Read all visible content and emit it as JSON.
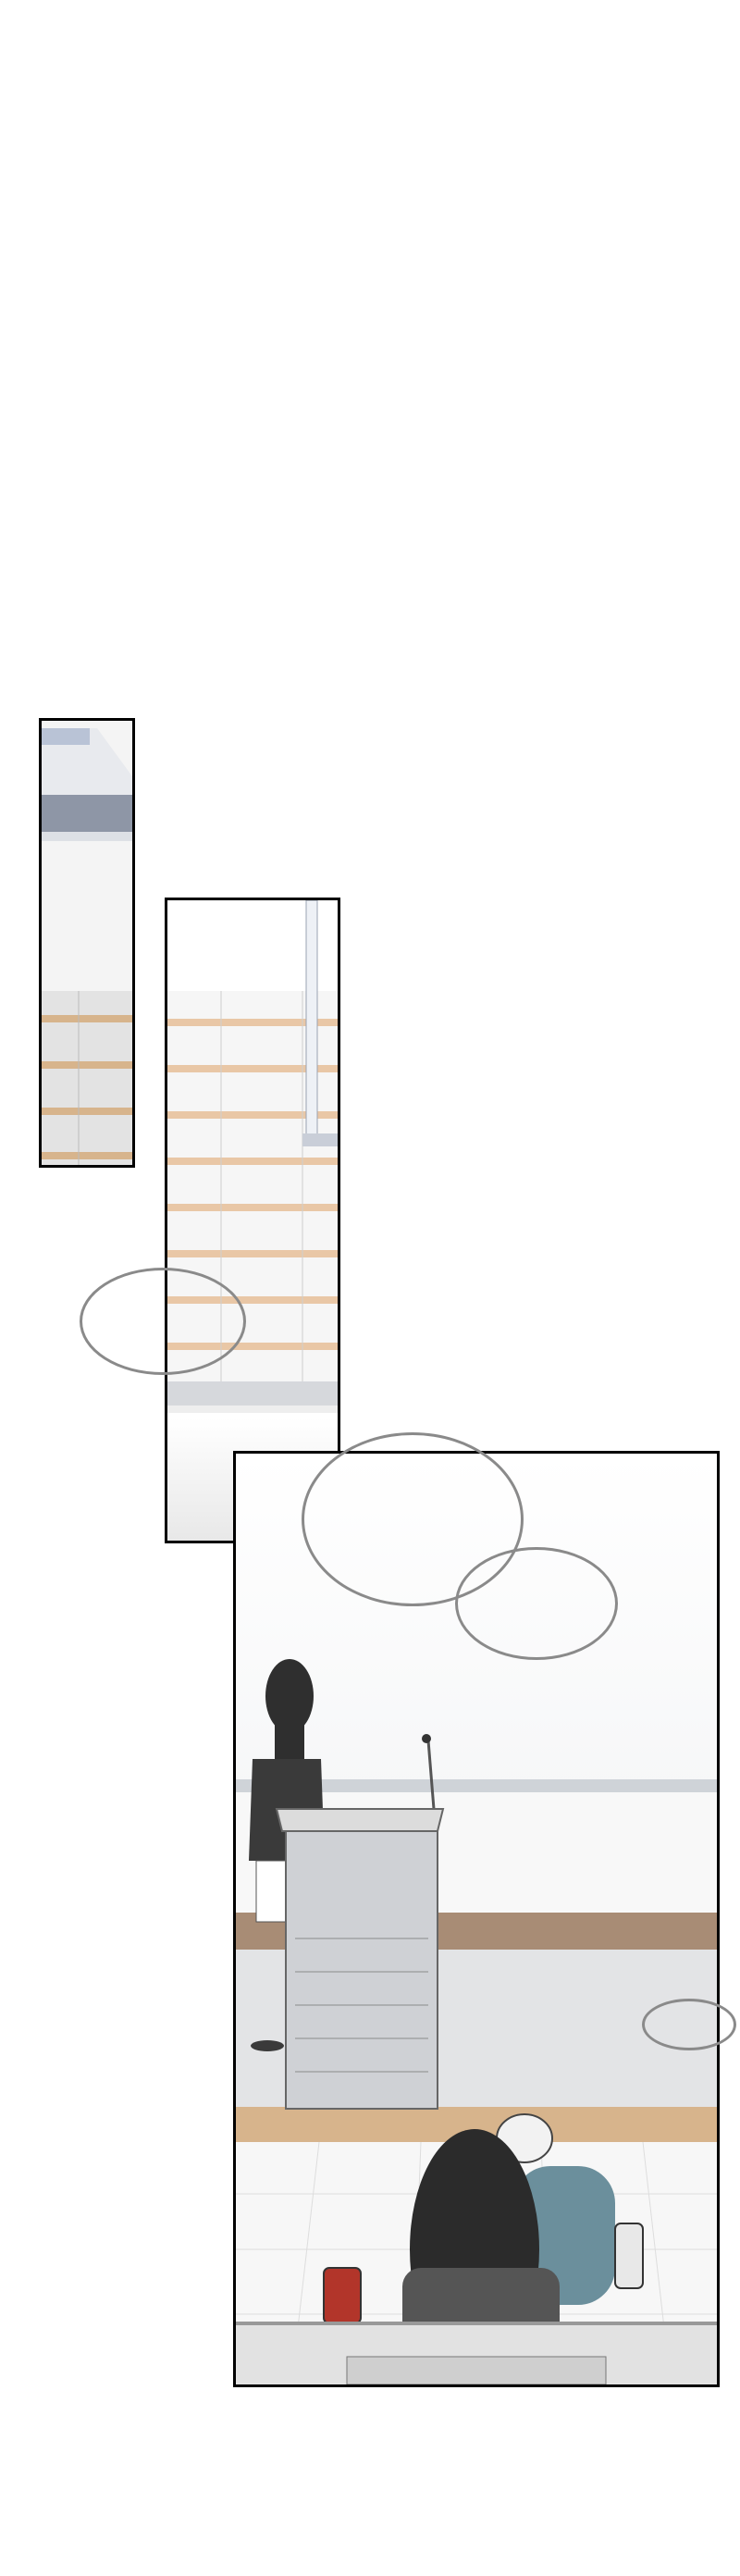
{
  "comic": {
    "panels": [
      {
        "name": "panel-stairs-top",
        "description_hidden": true
      },
      {
        "name": "panel-stairs-railing"
      },
      {
        "name": "panel-lecture-hall"
      }
    ],
    "bubbles": [
      {
        "name": "speech-bubble-left",
        "text": ""
      },
      {
        "name": "speech-bubble-large",
        "text": ""
      },
      {
        "name": "speech-bubble-small-right",
        "text": ""
      }
    ]
  },
  "colors": {
    "panel_border": "#000000",
    "bubble_border": "#8a8a8a",
    "wood": "#d7b48c",
    "floor_gray": "#d9d9d9",
    "wall_beige": "#a88c75",
    "teal_hoodie": "#6b8f9c",
    "red_cup": "#b2352a"
  }
}
